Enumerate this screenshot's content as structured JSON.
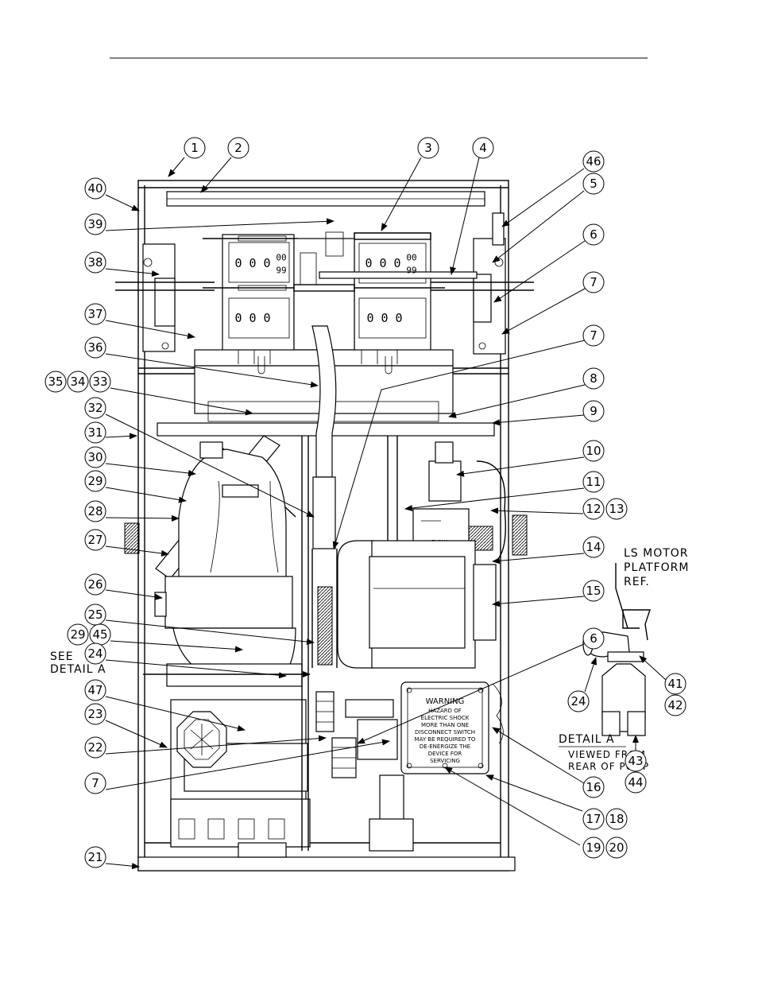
{
  "callouts": [
    "1",
    "2",
    "3",
    "4",
    "46",
    "5",
    "40",
    "39",
    "38",
    "6",
    "7",
    "37",
    "36",
    "7",
    "35",
    "34",
    "33",
    "8",
    "9",
    "32",
    "31",
    "30",
    "10",
    "29",
    "11",
    "28",
    "12",
    "13",
    "27",
    "14",
    "26",
    "15",
    "25",
    "29",
    "45",
    "24",
    "6",
    "47",
    "23",
    "22",
    "7",
    "16",
    "17",
    "18",
    "19",
    "20",
    "21",
    "41",
    "42",
    "24",
    "43",
    "44"
  ],
  "notes": {
    "see_detail": [
      "SEE",
      "DETAIL A"
    ],
    "ls_motor": [
      "LS MOTOR",
      "PLATFORM",
      "REF."
    ],
    "detail_title": "DETAIL A",
    "detail_sub": [
      "VIEWED FROM",
      "REAR OF PUMP"
    ],
    "flow_label": "FLOW"
  },
  "warning_label": {
    "title": "WARNING",
    "lines": [
      "HAZARD OF",
      "ELECTRIC SHOCK",
      "MORE THAN ONE",
      "DISCONNECT SWITCH",
      "MAY BE REQUIRED TO",
      "DE-ENERGIZE THE",
      "DEVICE FOR",
      "SERVICING"
    ]
  },
  "counters": {
    "digits": [
      "0",
      "0",
      "0",
      "00",
      "99"
    ]
  },
  "icons": {
    "leader-arrow": "leader-arrow-icon",
    "hex-fitting": "hex-fitting-icon"
  }
}
